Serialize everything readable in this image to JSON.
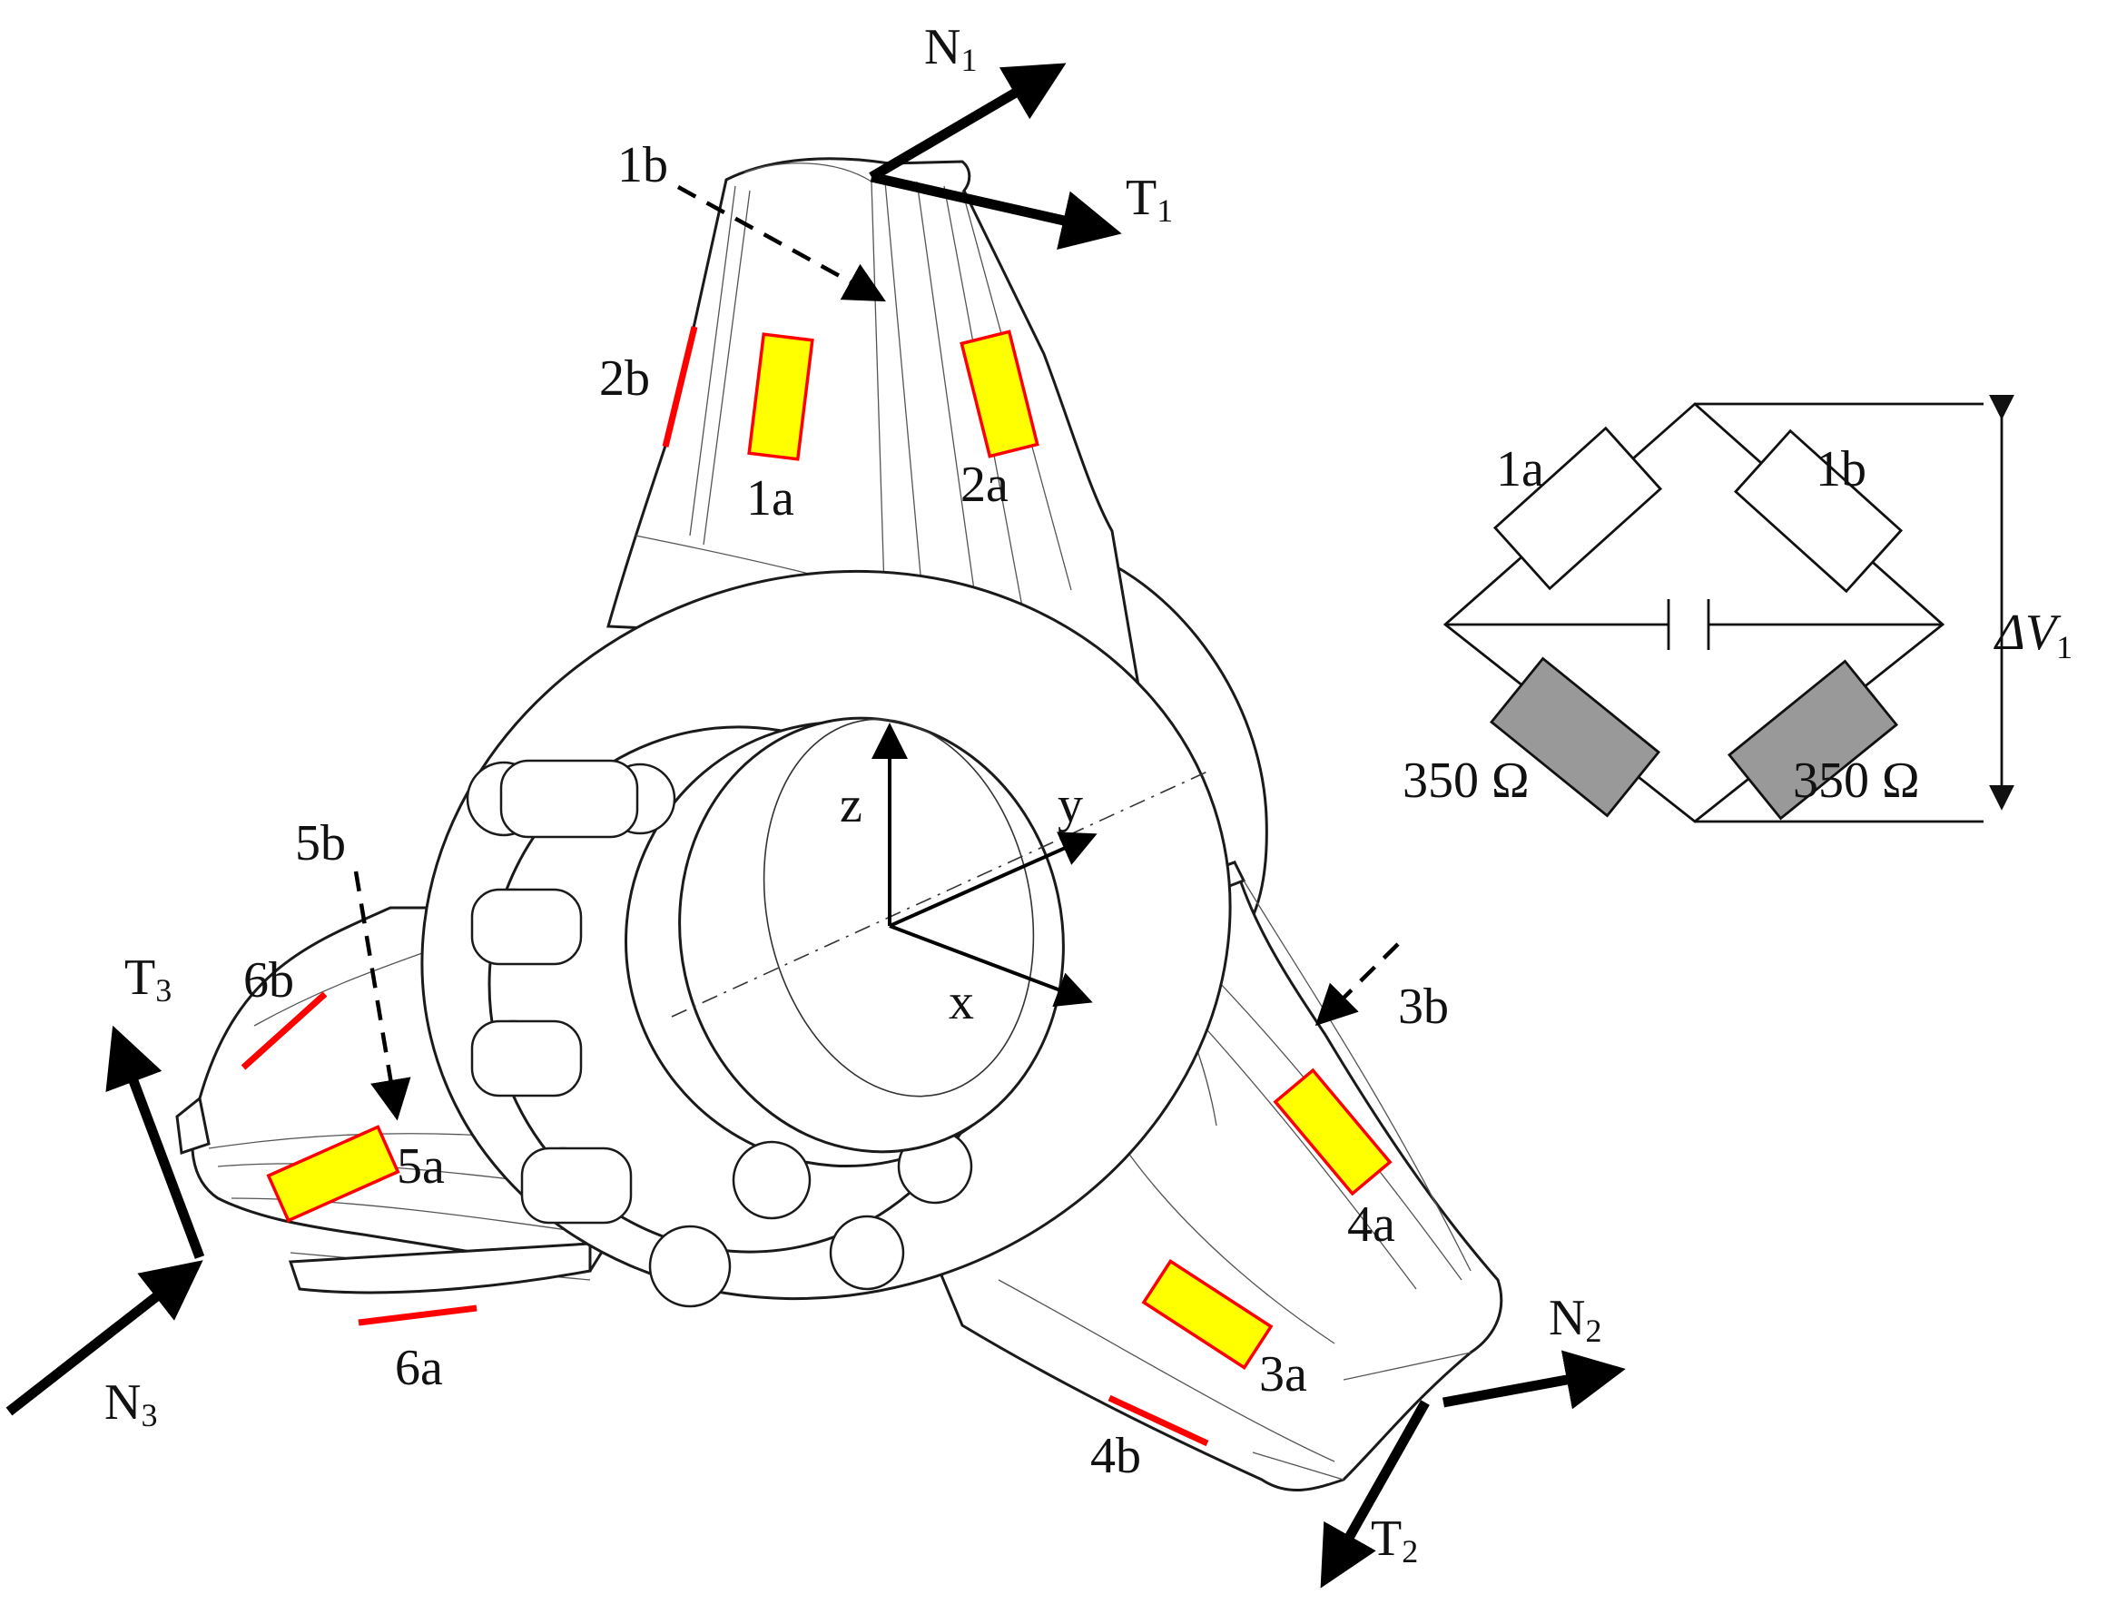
{
  "forces": {
    "n1": {
      "main": "N",
      "sub": "1"
    },
    "t1": {
      "main": "T",
      "sub": "1"
    },
    "n2": {
      "main": "N",
      "sub": "2"
    },
    "t2": {
      "main": "T",
      "sub": "2"
    },
    "n3": {
      "main": "N",
      "sub": "3"
    },
    "t3": {
      "main": "T",
      "sub": "3"
    }
  },
  "gauges": {
    "g1a": "1a",
    "g1b": "1b",
    "g2a": "2a",
    "g2b": "2b",
    "g3a": "3a",
    "g3b": "3b",
    "g4a": "4a",
    "g4b": "4b",
    "g5a": "5a",
    "g5b": "5b",
    "g6a": "6a",
    "g6b": "6b"
  },
  "axes": {
    "x": "x",
    "y": "y",
    "z": "z"
  },
  "bridge": {
    "r1": "1a",
    "r2": "1b",
    "r3": "350 Ω",
    "r4": "350 Ω",
    "output": "ΔV",
    "output_sub": "1"
  },
  "colors": {
    "gauge_fill": "#ffff00",
    "gauge_border": "#ff0000",
    "dummy_resistor": "#999999"
  }
}
